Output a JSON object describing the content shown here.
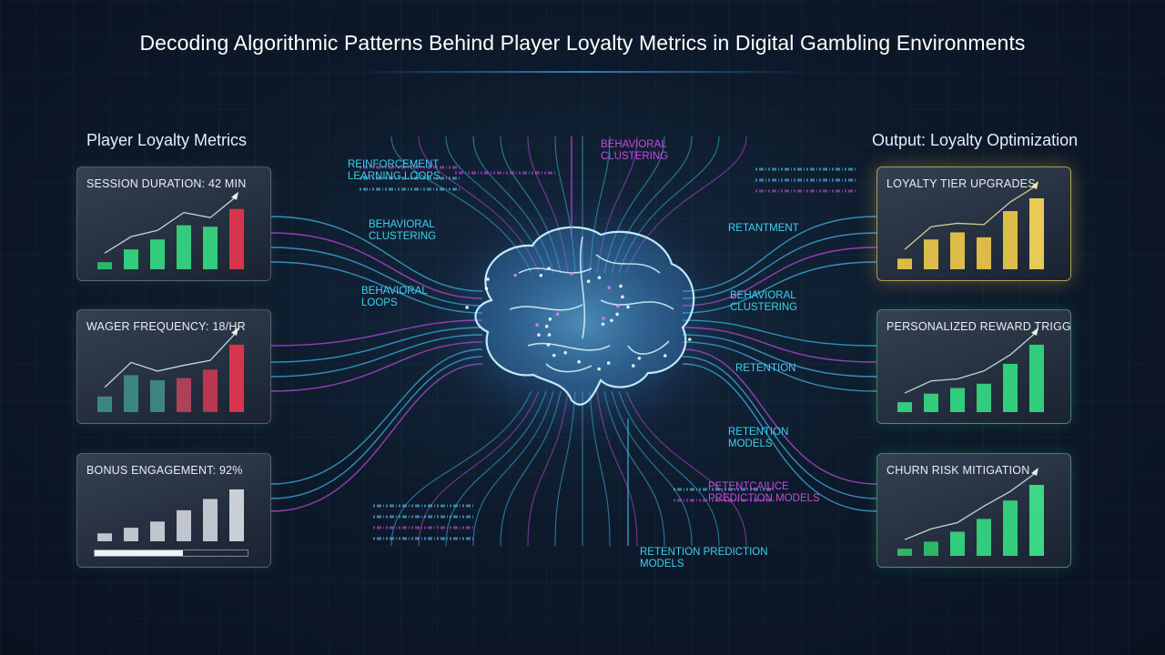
{
  "title": "Decoding Algorithmic Patterns Behind Player Loyalty Metrics in Digital Gambling Environments",
  "left_heading": "Player Loyalty Metrics",
  "right_heading": "Output: Loyalty Optimization",
  "colors": {
    "background": "#0d1a2b",
    "cyan": "#3fd0f0",
    "magenta": "#c24bdf",
    "green": "#35d47f",
    "red": "#e0364f",
    "gold": "#e7c34a",
    "teal": "#3e8a86"
  },
  "left_panels": [
    {
      "title": "Session Duration: 42 Min",
      "bars": [
        0.1,
        0.28,
        0.42,
        0.62,
        0.6,
        0.85
      ],
      "bar_colors": [
        "#2fbf6a",
        "#35d47f",
        "#35d47f",
        "#35d47f",
        "#35d47f",
        "#e0364f"
      ]
    },
    {
      "title": "Wager Frequency: 18/hr",
      "bars": [
        0.22,
        0.52,
        0.45,
        0.48,
        0.6,
        0.95
      ],
      "bar_colors": [
        "#3e8a86",
        "#3e8a86",
        "#3e8a86",
        "#b5425a",
        "#c23850",
        "#e0364f"
      ]
    },
    {
      "title": "Bonus Engagement: 92%",
      "bars": [
        0.14,
        0.24,
        0.35,
        0.55,
        0.75,
        0.92
      ],
      "bar_colors": [
        "#c8ced6",
        "#c8ced6",
        "#c8ced6",
        "#c8ced6",
        "#c8ced6",
        "#d4d9df"
      ],
      "progress": 0.58
    }
  ],
  "right_panels": [
    {
      "title": "Loyalty Tier Upgrades",
      "bars": [
        0.15,
        0.42,
        0.52,
        0.45,
        0.82,
        1.0
      ],
      "bar_colors": [
        "#e7c34a",
        "#e7c34a",
        "#e7c34a",
        "#e7c34a",
        "#e7c34a",
        "#f3d35a"
      ]
    },
    {
      "title": "Personalized Reward Triggers",
      "bars": [
        0.14,
        0.26,
        0.34,
        0.4,
        0.68,
        0.95
      ],
      "bar_colors": [
        "#35d47f",
        "#35d47f",
        "#35d47f",
        "#35d47f",
        "#35d47f",
        "#35d47f"
      ]
    },
    {
      "title": "Churn Risk Mitigation",
      "bars": [
        0.1,
        0.2,
        0.34,
        0.52,
        0.78,
        1.0
      ],
      "bar_colors": [
        "#2fbf6a",
        "#2fbf6a",
        "#35d47f",
        "#35d47f",
        "#35d47f",
        "#3ee08a"
      ]
    }
  ],
  "diagram_labels": [
    {
      "key": "top_left_1",
      "lines": [
        "Reinforcement",
        "Learning Loops"
      ],
      "color": "#3fd0f0"
    },
    {
      "key": "top_center",
      "lines": [
        "Behavioral",
        "Clustering"
      ],
      "color": "#c24bdf"
    },
    {
      "key": "left_2",
      "lines": [
        "Behavioral",
        "Clustering"
      ],
      "color": "#3fd0f0"
    },
    {
      "key": "left_3",
      "lines": [
        "Behavioral",
        "Loops"
      ],
      "color": "#3fd0f0"
    },
    {
      "key": "right_1",
      "lines": [
        "Retantment"
      ],
      "color": "#3fd0f0"
    },
    {
      "key": "right_2",
      "lines": [
        "Behavioral",
        "Clustering"
      ],
      "color": "#3fd0f0"
    },
    {
      "key": "right_3",
      "lines": [
        "Retention"
      ],
      "color": "#3fd0f0"
    },
    {
      "key": "right_4",
      "lines": [
        "Retention",
        "Models"
      ],
      "color": "#3fd0f0"
    },
    {
      "key": "right_5",
      "lines": [
        "Petentcaiuce",
        "Prediction Models"
      ],
      "color": "#c24bdf"
    },
    {
      "key": "bottom",
      "lines": [
        "Retention Prediction",
        "Models"
      ],
      "color": "#3fd0f0"
    }
  ]
}
